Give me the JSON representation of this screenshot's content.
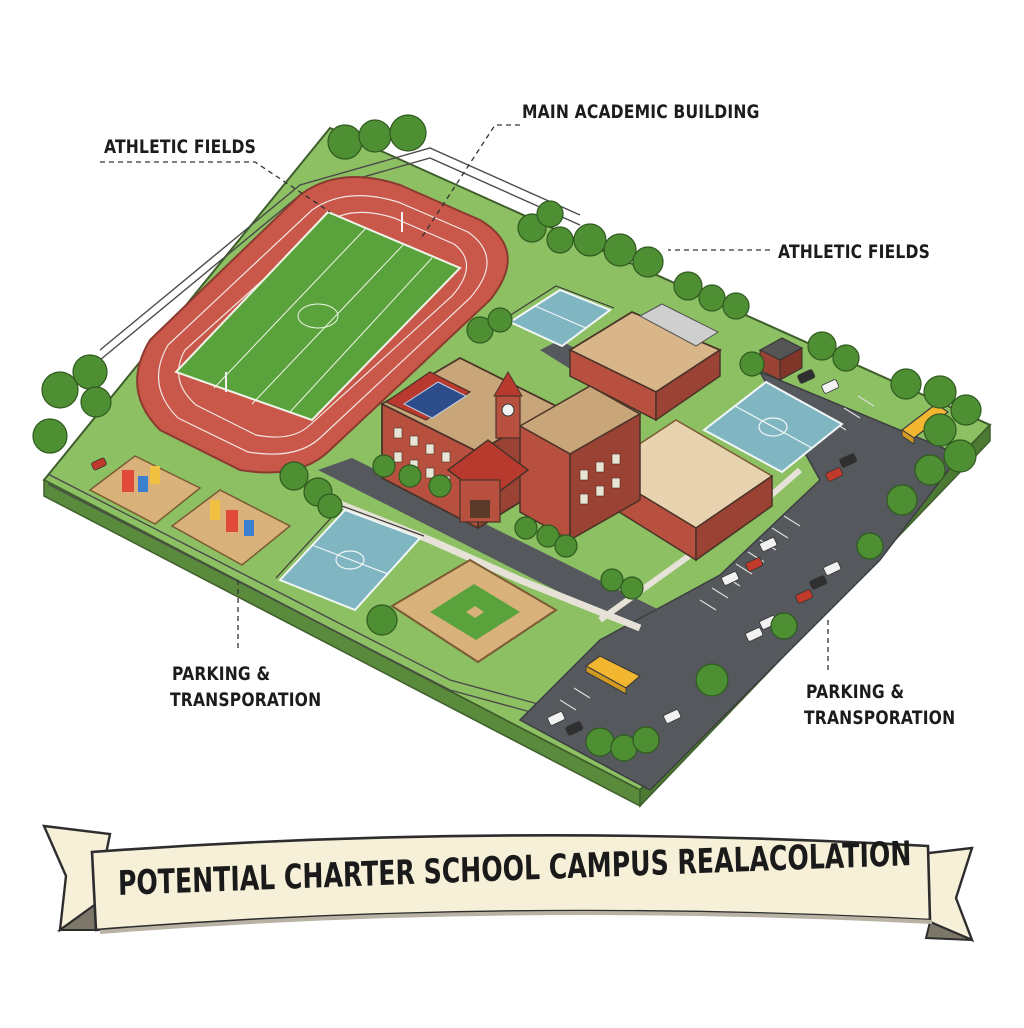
{
  "labels": {
    "athletic_fields_left": "ATHLETIC FIELDS",
    "main_academic_building": "MAIN ACADEMIC BUILDING",
    "athletic_fields_right": "ATHLETIC FIELDS",
    "parking_left_line1": "PARKING &",
    "parking_left_line2": "TRANSPORATION",
    "parking_right_line1": "PARKING &",
    "parking_right_line2": "TRANSPORATION"
  },
  "banner": {
    "title": "POTENTIAL CHARTER SCHOOL CAMPUS REALACOLATION"
  },
  "colors": {
    "grass": "#7fb55a",
    "grass_dark": "#5e9440",
    "track": "#c9574a",
    "field": "#5aa33c",
    "brick": "#b8503f",
    "roof": "#b83a2e",
    "asphalt": "#505357",
    "court": "#7fb6c2",
    "sand": "#d8b27a",
    "banner": "#f6f0d8"
  }
}
